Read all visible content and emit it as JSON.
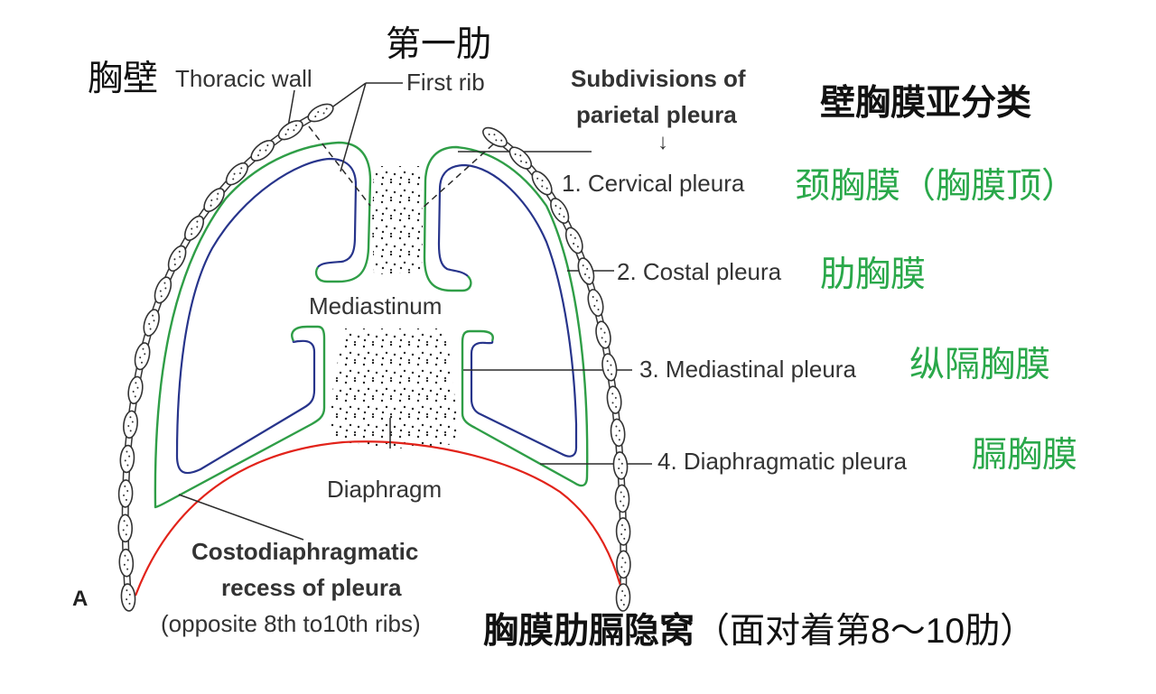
{
  "diagram": {
    "panel_letter": "A",
    "thoracic_wall": {
      "cn": "胸壁",
      "en": "Thoracic wall"
    },
    "first_rib": {
      "cn": "第一肋",
      "en": "First rib"
    },
    "mediastinum": "Mediastinum",
    "diaphragm": "Diaphragm",
    "costodiaphragmatic_recess": {
      "en_line1": "Costodiaphragmatic",
      "en_line2": "recess of pleura",
      "en_note": "(opposite 8th to10th ribs)",
      "cn": "胸膜肋膈隐窝",
      "cn_note": "（面对着第8～10肋）"
    }
  },
  "subdivisions": {
    "heading_line1": "Subdivisions of",
    "heading_line2": "parietal pleura",
    "arrow": "↓",
    "heading_cn": "壁胸膜亚分类",
    "items": [
      {
        "en": "1. Cervical pleura",
        "cn": "颈胸膜（胸膜顶）"
      },
      {
        "en": "2. Costal pleura",
        "cn": "肋胸膜"
      },
      {
        "en": "3. Mediastinal pleura",
        "cn": "纵隔胸膜"
      },
      {
        "en": "4. Diaphragmatic pleura",
        "cn": "膈胸膜"
      }
    ]
  },
  "colors": {
    "parietal_pleura": "#2f9e47",
    "visceral_pleura": "#27348b",
    "diaphragm": "#e2231a",
    "cn_translation": "#2aa84a",
    "label_text": "#333333"
  }
}
